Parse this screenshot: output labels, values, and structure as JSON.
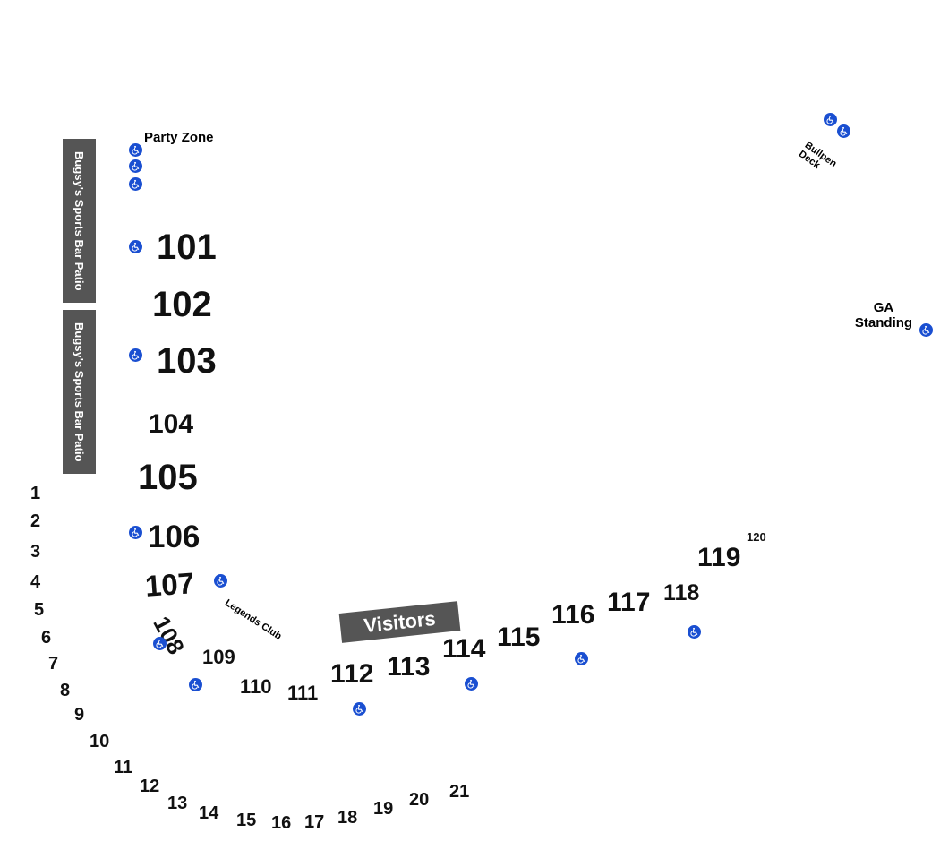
{
  "labels": {
    "party_zone": "Party Zone",
    "patio_top": "Bugsy's Sports Bar Patio",
    "patio_bottom": "Bugsy's Sports Bar Patio",
    "bullpen_line1": "Bullpen",
    "bullpen_line2": "Deck",
    "ga_line1": "GA",
    "ga_line2": "Standing",
    "legends_club": "Legends Club",
    "visitors": "Visitors"
  },
  "sections_100": [
    "101",
    "102",
    "103",
    "104",
    "105",
    "106",
    "107",
    "108",
    "109",
    "110",
    "111",
    "112",
    "113",
    "114",
    "115",
    "116",
    "117",
    "118",
    "119",
    "120"
  ],
  "sections_rows": [
    "1",
    "2",
    "3",
    "4",
    "5",
    "6",
    "7",
    "8",
    "9",
    "10",
    "11",
    "12",
    "13",
    "14",
    "15",
    "16",
    "17",
    "18",
    "19",
    "20",
    "21"
  ],
  "colors": {
    "accessible_icon": "#1a4fd1",
    "patio_fill": "#555555"
  },
  "icons": [
    "wheelchair-accessible-icon"
  ]
}
